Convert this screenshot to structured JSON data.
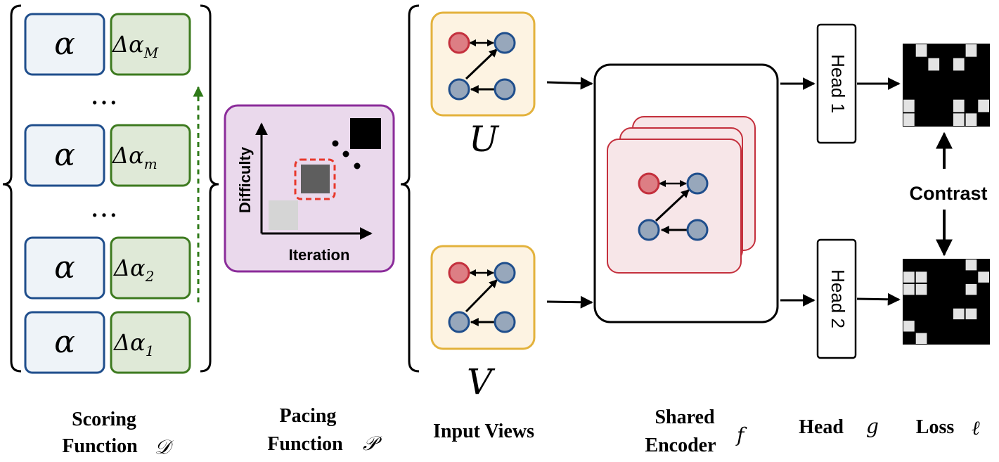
{
  "scoring": {
    "alpha": "α",
    "deltas": [
      {
        "base": "Δα",
        "sub": "M"
      },
      {
        "base": "Δα",
        "sub": "m"
      },
      {
        "base": "Δα",
        "sub": "2"
      },
      {
        "base": "Δα",
        "sub": "1"
      }
    ],
    "ellipsis": "…",
    "caption_line1": "Scoring",
    "caption_line2": "Function",
    "symbol": "𝒟"
  },
  "pacing": {
    "y_axis": "Difficulty",
    "x_axis": "Iteration",
    "caption_line1": "Pacing",
    "caption_line2": "Function",
    "symbol": "𝒫"
  },
  "views": {
    "u_label": "U",
    "v_label": "V",
    "caption": "Input Views"
  },
  "encoder": {
    "caption_line1": "Shared",
    "caption_line2": "Encoder",
    "symbol": "f"
  },
  "heads": {
    "head1": "Head 1",
    "head2": "Head 2",
    "caption": "Head",
    "symbol": "g"
  },
  "loss": {
    "contrast": "Contrast",
    "caption": "Loss",
    "symbol": "ℓ",
    "matrix_top": [
      [
        0,
        1,
        0,
        0,
        0,
        1,
        0
      ],
      [
        0,
        0,
        1,
        0,
        1,
        0,
        0
      ],
      [
        0,
        0,
        0,
        0,
        0,
        0,
        0
      ],
      [
        0,
        0,
        0,
        0,
        0,
        0,
        0
      ],
      [
        1,
        0,
        0,
        0,
        1,
        0,
        1
      ],
      [
        1,
        0,
        0,
        0,
        1,
        1,
        0
      ]
    ],
    "matrix_bottom": [
      [
        0,
        0,
        0,
        0,
        0,
        1,
        0
      ],
      [
        1,
        1,
        0,
        0,
        0,
        0,
        1
      ],
      [
        1,
        1,
        0,
        0,
        0,
        1,
        0
      ],
      [
        0,
        0,
        0,
        0,
        0,
        0,
        0
      ],
      [
        0,
        0,
        0,
        0,
        1,
        1,
        0
      ],
      [
        1,
        0,
        0,
        0,
        0,
        0,
        0
      ],
      [
        0,
        1,
        0,
        0,
        0,
        0,
        0
      ]
    ]
  },
  "colors": {
    "blue_border": "#1f4e8c",
    "blue_fill": "#eef3f8",
    "green_border": "#3d7a1f",
    "green_fill": "#dfe9d7",
    "purple_border": "#8b2c9a",
    "purple_fill": "#ead9ec",
    "orange_border": "#e3b23c",
    "orange_fill": "#fdf3e2",
    "pink_border": "#c4303d",
    "pink_fill": "#f7e6e8",
    "node_red": "#dd7e84",
    "node_blue": "#97a7bb"
  }
}
